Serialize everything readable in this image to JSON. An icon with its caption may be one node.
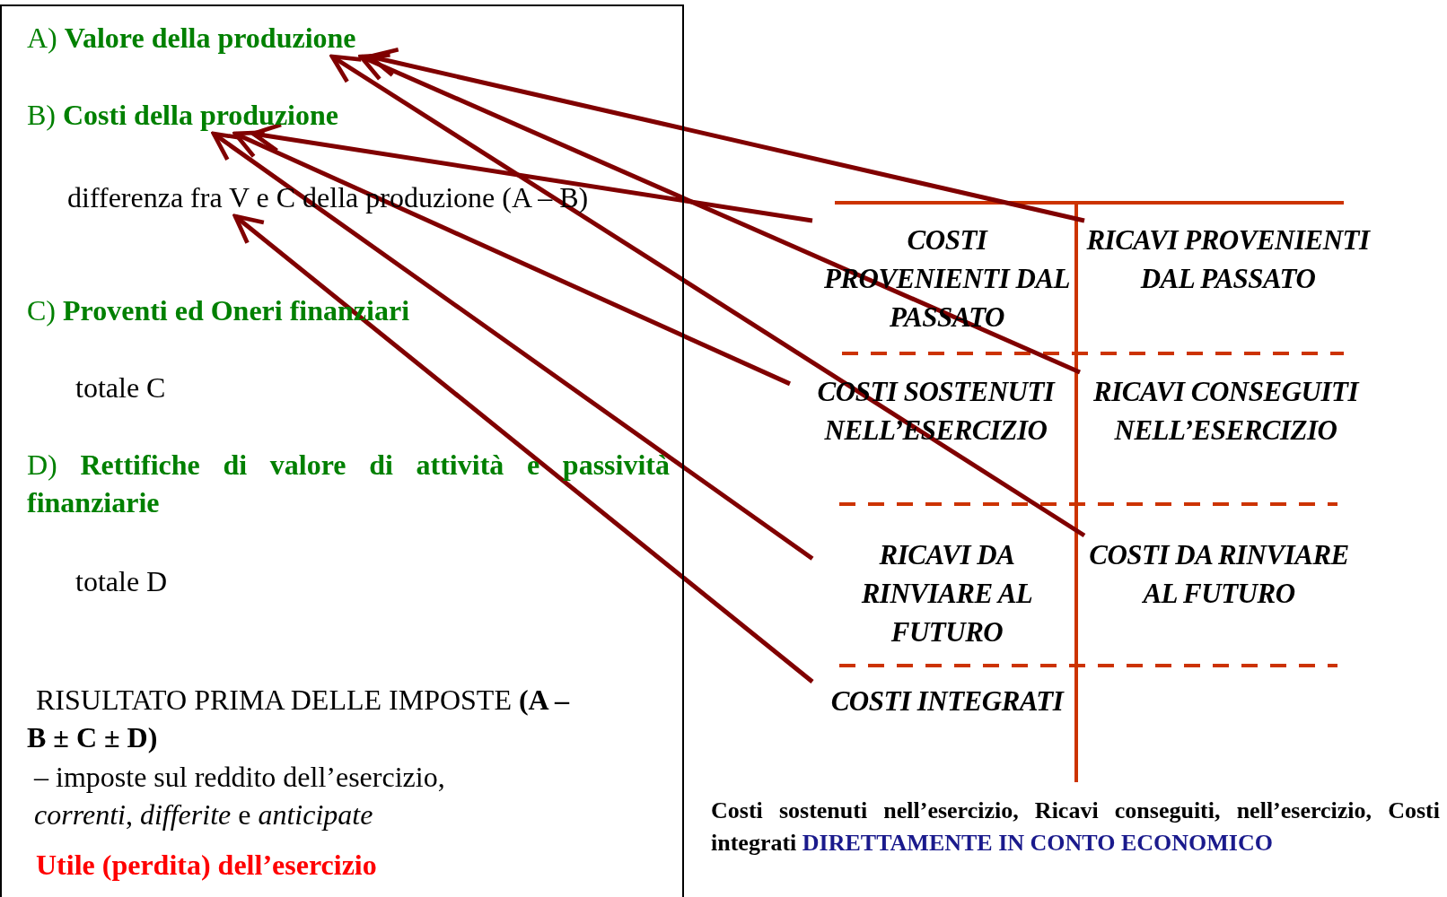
{
  "diagram": {
    "nodes": [
      {
        "text": [],
        "shape": "box"
      },
      {
        "text": [
          "A) **Valore della produzione**"
        ],
        "in": 0
      },
      {
        "text": [
          "B) **Costi della produzione**"
        ],
        "in": 0
      },
      {
        "text": [
          "differenza fra V e C della produzione (A – B)"
        ],
        "in": 0
      },
      {
        "text": [
          "C) **Proventi ed Oneri finanziari**"
        ],
        "in": 0
      },
      {
        "text": [
          "totale C"
        ],
        "in": 0
      },
      {
        "text": [
          "D) **Rettifiche di valore di attività e passività finanziarie**"
        ],
        "in": 0
      },
      {
        "text": [
          "totale D"
        ],
        "in": 0
      },
      {
        "text": [
          "RISULTATO PRIMA DELLE IMPOSTE **(A – B ± C ± D)**"
        ],
        "in": 0
      },
      {
        "text": [
          "– imposte sul reddito dell’esercizio, *correnti*, *differite* e *anticipate*"
        ],
        "in": 0
      },
      {
        "text": [
          "Utile (perdita) dell’esercizio"
        ],
        "in": 0
      },
      {
        "text": [
          "COSTI PROVENIENTI DAL PASSATO"
        ]
      },
      {
        "text": [
          "RICAVI PROVENIENTI DAL PASSATO"
        ]
      },
      {
        "text": [
          "COSTI SOSTENUTI NELL’ESERCIZIO"
        ]
      },
      {
        "text": [
          "RICAVI CONSEGUITI NELL’ESERCIZIO"
        ]
      },
      {
        "text": [
          "RICAVI DA RINVIARE AL FUTURO"
        ]
      },
      {
        "text": [
          "COSTI DA RINVIARE AL FUTURO"
        ]
      },
      {
        "text": [
          "COSTI INTEGRATI"
        ]
      }
    ],
    "edges": [
      {
        "from": 12,
        "to": 1,
        "arrow": "to"
      },
      {
        "from": 14,
        "to": 1,
        "arrow": "to"
      },
      {
        "from": 16,
        "to": 1,
        "arrow": "to"
      },
      {
        "from": 11,
        "to": 2,
        "arrow": "to"
      },
      {
        "from": 13,
        "to": 2,
        "arrow": "to"
      },
      {
        "from": 15,
        "to": 2,
        "arrow": "to"
      },
      {
        "from": 17,
        "to": 3,
        "arrow": "to"
      }
    ],
    "labels": [
      "Costi sostenuti nell’esercizio, Ricavi conseguiti, nell’esercizio, Costi integrati",
      "DIRETTAMENTE IN CONTO ECONOMICO"
    ]
  }
}
